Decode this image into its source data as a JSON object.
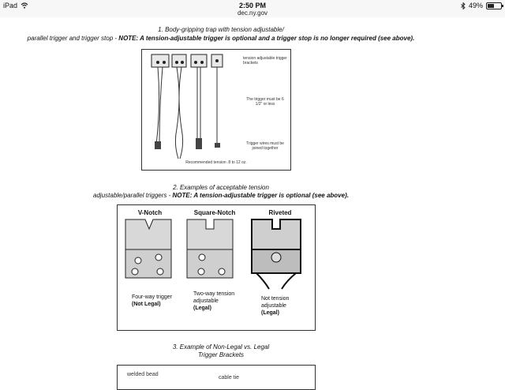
{
  "status_bar": {
    "device": "iPad",
    "time": "2:50 PM",
    "url": "dec.ny.gov",
    "battery": "49%",
    "battery_level": 0.49
  },
  "section1": {
    "line1": "1. Body-gripping trap with tension adjustable/",
    "line2_plain": "parallel trigger and trigger stop - ",
    "line2_note": "NOTE: A tension-adjustable trigger is optional and a trigger stop is no longer required (see above).",
    "labels": {
      "brackets": "tension adjustable trigger brackets",
      "length": "The trigger must be 6 1/2\" or less",
      "wires": "Trigger wires must be joined together",
      "tension": "Recommended tension .8 to 12 oz."
    }
  },
  "section2": {
    "line1": "2. Examples of acceptable tension",
    "line2_plain": "adjustable/parallel triggers - ",
    "line2_note": "NOTE: A tension-adjustable trigger is optional (see above).",
    "columns": [
      {
        "title": "V-Notch",
        "desc": "Four-way trigger",
        "legal": "(Not Legal)"
      },
      {
        "title": "Square-Notch",
        "desc": "Two-way tension adjustable",
        "legal": "(Legal)"
      },
      {
        "title": "Riveted",
        "desc": "Not tension adjustable",
        "legal": "(Legal)"
      }
    ]
  },
  "section3": {
    "line1": "3. Example of Non-Legal vs. Legal",
    "line2": "Trigger Brackets",
    "labels": {
      "weld": "welded bead",
      "cable": "cable tie"
    }
  }
}
